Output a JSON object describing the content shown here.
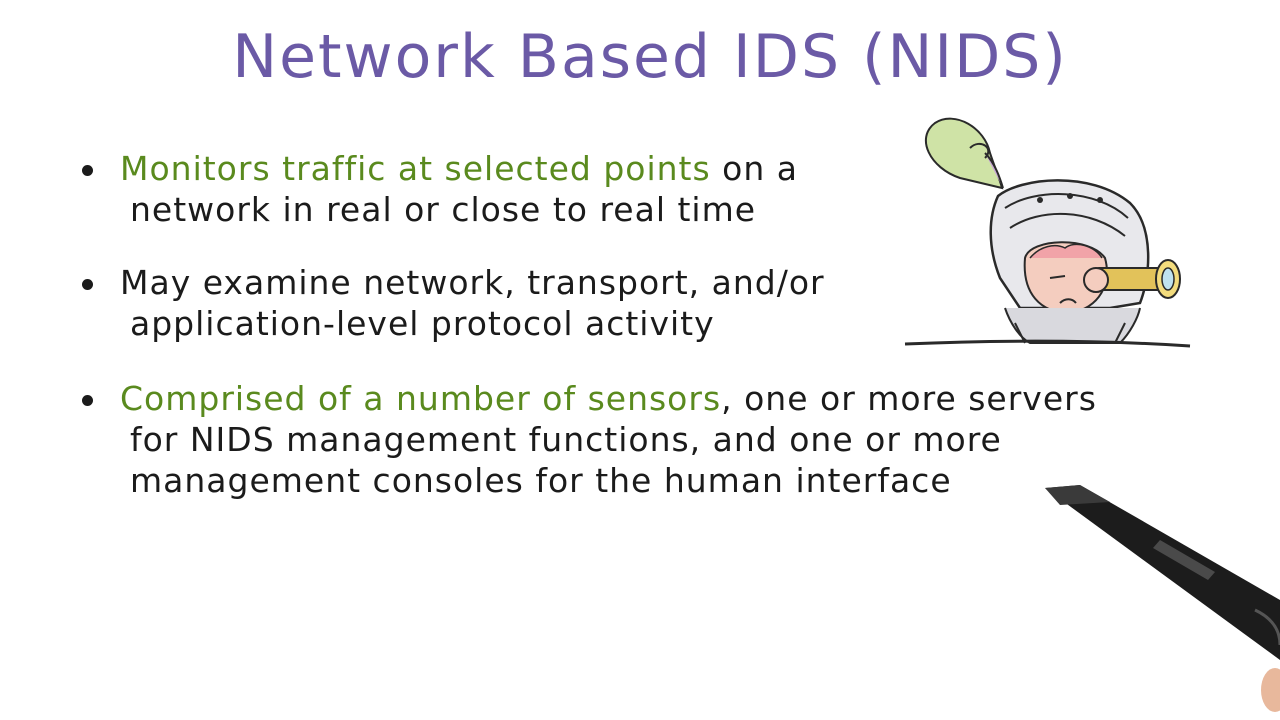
{
  "slide": {
    "title": "Network Based IDS (NIDS)",
    "bullets": [
      {
        "highlight": "Monitors traffic at selected points",
        "line1_rest": " on a",
        "line2": "network in real or close to real time"
      },
      {
        "line1": "May examine network, transport, and/or",
        "line2": "application-level protocol activity"
      },
      {
        "highlight": "Comprised of a number of sensors",
        "line1_rest": ", one or more servers",
        "line2": "for NIDS management functions, and one or more",
        "line3": "management consoles for the human interface"
      }
    ]
  },
  "colors": {
    "title": "#6b5aa6",
    "highlight": "#5a8a1e",
    "text": "#1b1b1b"
  },
  "illustrations": {
    "knight": "knight-with-telescope-icon",
    "pen": "stylus-pen-icon"
  }
}
